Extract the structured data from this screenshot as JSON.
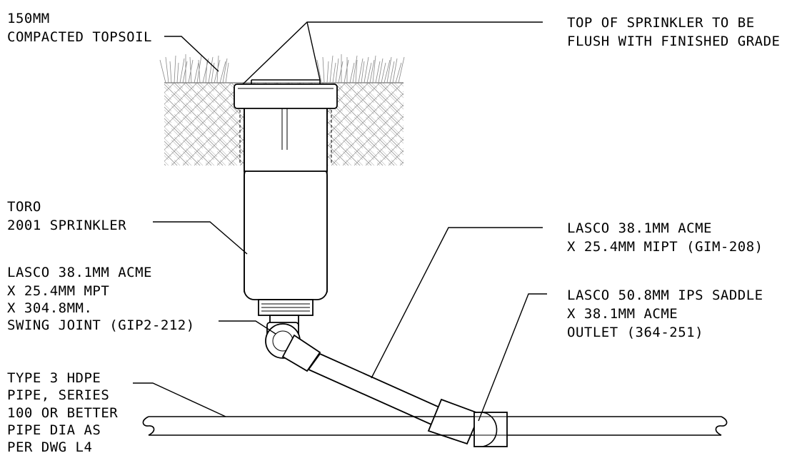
{
  "labels": {
    "topsoil_1": "150MM",
    "topsoil_2": "COMPACTED TOPSOIL",
    "top_1": "TOP OF SPRINKLER TO BE",
    "top_2": "FLUSH WITH FINISHED GRADE",
    "sprinkler_1": "TORO",
    "sprinkler_2": "2001 SPRINKLER",
    "swing_1": "LASCO 38.1MM ACME",
    "swing_2": "X 25.4MM MPT",
    "swing_3": "X 304.8MM.",
    "swing_4": "SWING JOINT (GIP2-212)",
    "acme_1": "LASCO 38.1MM ACME",
    "acme_2": "X 25.4MM MIPT (GIM-208)",
    "saddle_1": "LASCO 50.8MM IPS SADDLE",
    "saddle_2": "X 38.1MM ACME",
    "saddle_3": "OUTLET (364-251)",
    "pipe_1": "TYPE 3 HDPE",
    "pipe_2": "PIPE, SERIES",
    "pipe_3": "100 OR BETTER",
    "pipe_4": "PIPE DIA AS",
    "pipe_5": "PER DWG L4"
  }
}
